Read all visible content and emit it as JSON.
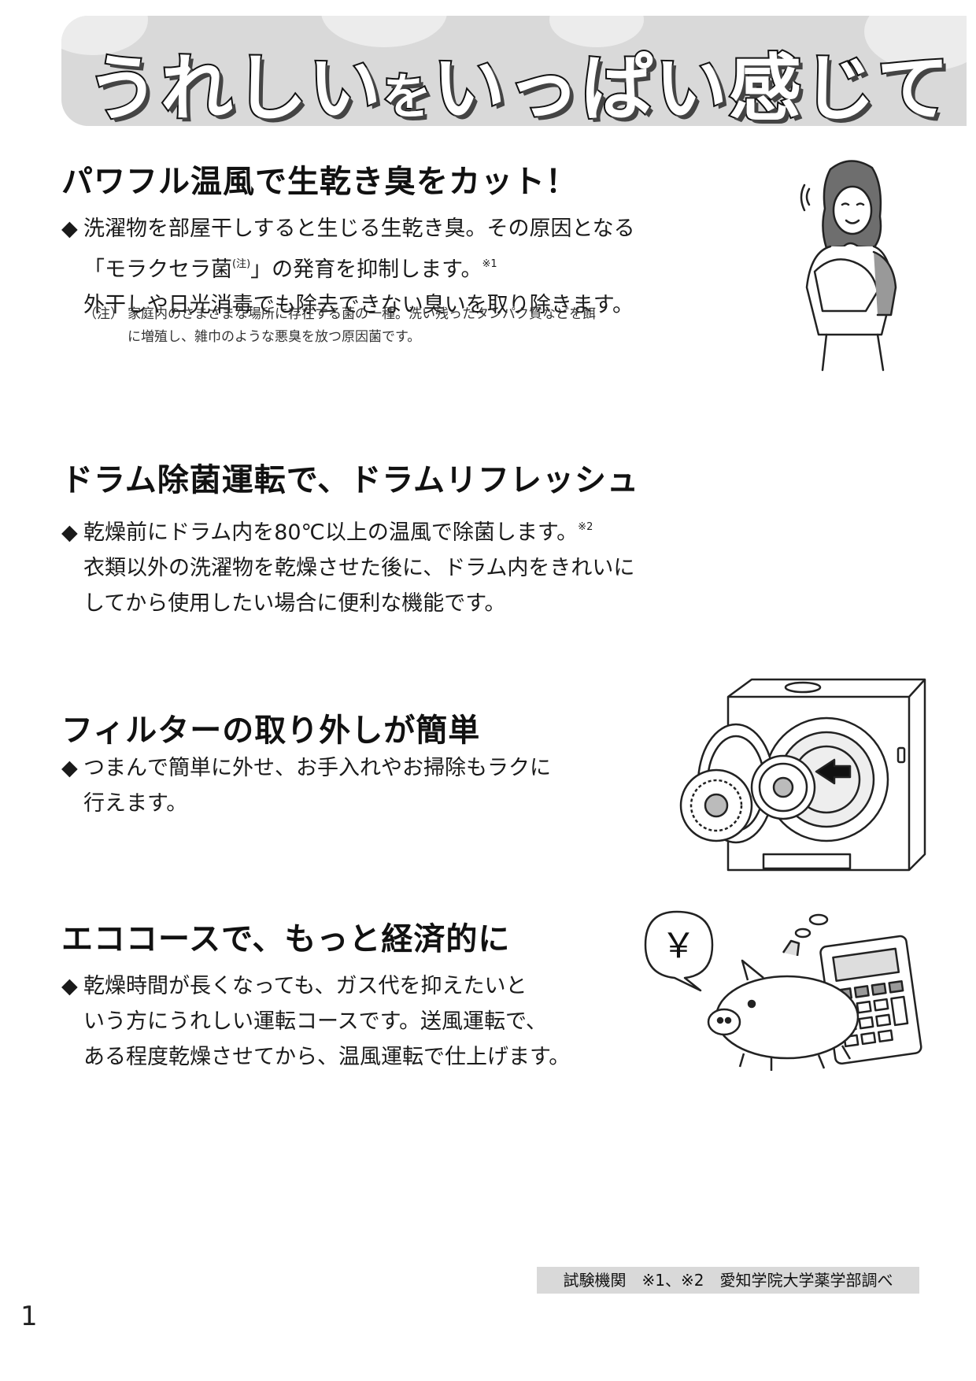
{
  "banner": {
    "title_part1": "うれしい",
    "title_small": "を",
    "title_part2": "いっぱい感じて"
  },
  "sections": [
    {
      "heading": "パワフル温風で生乾き臭をカット！",
      "bullet": "◆",
      "line1": "洗濯物を部屋干しすると生じる生乾き臭。その原因となる",
      "line2_a": "「モラクセラ菌",
      "line2_note": "(注)",
      "line2_b": "」の発育を抑制します。",
      "line2_ref": "※1",
      "line3": "外干しや日光消毒でも除去できない臭いを取り除きます。",
      "note_label": "（注）",
      "note_line1": "家庭内のさまざまな場所に存在する菌の一種。洗い残ったタンパク質などを餌",
      "note_line2": "に増殖し、雑巾のような悪臭を放つ原因菌です。"
    },
    {
      "heading": "ドラム除菌運転で、ドラムリフレッシュ",
      "bullet": "◆",
      "line1": "乾燥前にドラム内を80℃以上の温風で除菌します。",
      "line1_ref": "※2",
      "line2": "衣類以外の洗濯物を乾燥させた後に、ドラム内をきれいに",
      "line3": "してから使用したい場合に便利な機能です。"
    },
    {
      "heading": "フィルターの取り外しが簡単",
      "bullet": "◆",
      "line1": "つまんで簡単に外せ、お手入れやお掃除もラクに",
      "line2": "行えます。"
    },
    {
      "heading": "エココースで、もっと経済的に",
      "bullet": "◆",
      "line1": "乾燥時間が長くなっても、ガス代を抑えたいと",
      "line2": "いう方にうれしい運転コースです。送風運転で、",
      "line3": "ある程度乾燥させてから、温風運転で仕上げます。"
    }
  ],
  "illustrations": {
    "woman": "woman-smelling-laundry-illustration",
    "dryer": "dryer-with-filter-illustration",
    "piggy": "piggy-bank-calculator-illustration",
    "yen_symbol": "￥"
  },
  "footer": {
    "text": "試験機関　※1、※2　愛知学院大学薬学部調べ"
  },
  "page_number": "1"
}
